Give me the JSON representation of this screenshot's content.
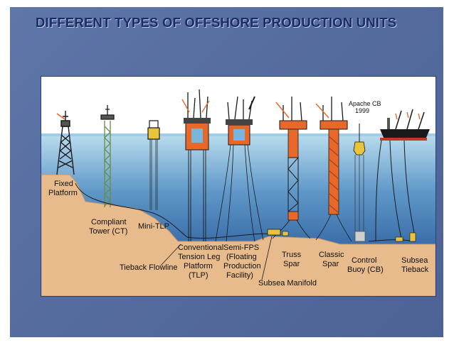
{
  "slide": {
    "title": "DIFFERENT TYPES OF OFFSHORE PRODUCTION UNITS"
  },
  "diagram": {
    "labels": {
      "fixed_platform": [
        "Fixed",
        "Platform"
      ],
      "compliant_tower": [
        "Compliant",
        "Tower (CT)"
      ],
      "mini_tlp": [
        "Mini-TLP"
      ],
      "tieback_flowline": [
        "Tieback Flowline"
      ],
      "conventional_tlp": [
        "Conventional",
        "Tension Leg",
        "Platform",
        "(TLP)"
      ],
      "semi_fps": [
        "Semi-FPS",
        "(Floating",
        "Production",
        "Facility)"
      ],
      "subsea_manifold": [
        "Subsea Manifold"
      ],
      "truss_spar": [
        "Truss",
        "Spar"
      ],
      "classic_spar": [
        "Classic",
        "Spar"
      ],
      "control_buoy": [
        "Control",
        "Buoy (CB)"
      ],
      "subsea_tieback": [
        "Subsea",
        "Tieback"
      ],
      "apache_cb": [
        "Apache CB",
        "1999"
      ]
    },
    "colors": {
      "sky": "#ffffff",
      "sea_surface": "#a9d2e8",
      "sea_deep": "#1f4f91",
      "seabed": "#e6b98a",
      "seabed_edge": "#c89a6a",
      "structure": "#1a1a1a",
      "hull_orange": "#e8682a",
      "buoy_yellow": "#e8c43a"
    }
  }
}
